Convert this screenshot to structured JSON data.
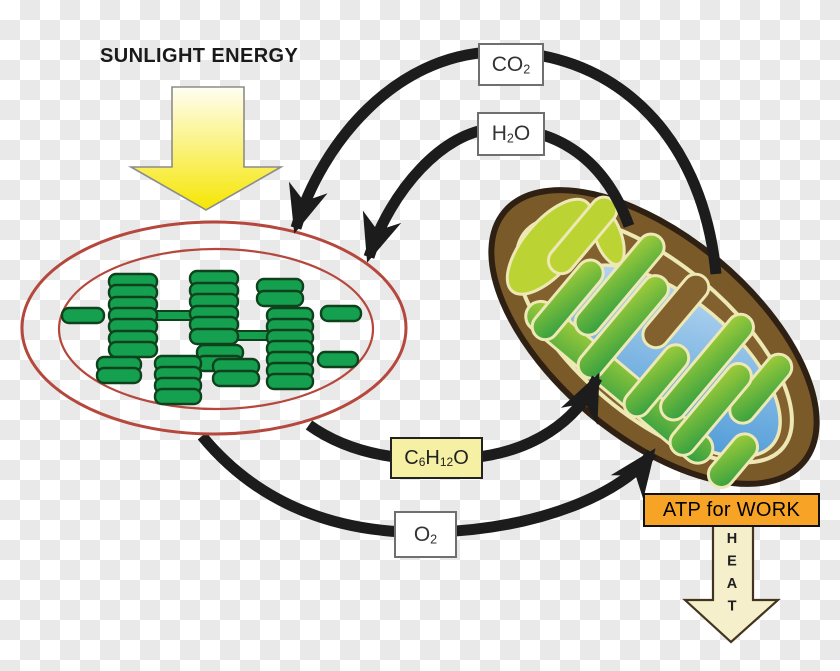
{
  "title": "SUNLIGHT ENERGY",
  "boxes": {
    "co2": {
      "base": "CO",
      "sub": "2"
    },
    "h2o": {
      "h": "H",
      "sub": "2",
      "o": "O"
    },
    "glucose": {
      "c": "C",
      "c_sub": "6",
      "h": "H",
      "h_sub": "12",
      "o": "O"
    },
    "o2": {
      "base": "O",
      "sub": "2"
    },
    "atp": "ATP for WORK",
    "heat": "HEAT"
  },
  "colors": {
    "checker": "#e9e9e9",
    "ink": "#1a1a1a",
    "arc": "#1c1c1c",
    "red-membrane": "#b5473c",
    "granum": "#14a04f",
    "granum-outline": "#10411d",
    "yellow-pale": "#fffef2",
    "yellow-bright": "#f6e602",
    "yellow-outline": "#8c8c8c",
    "mito-brown": "#7b5a2a",
    "mito-brown-inner": "#82612e",
    "mito-outline": "#2e2012",
    "cream": "#ede8b4",
    "chartreuse": "#bcd433",
    "green-light": "#a6ce39",
    "green-dark": "#2f9e41",
    "blue-light": "#c6dff4",
    "blue-dark": "#3e92d4",
    "box-border": "#6f6f6f",
    "box-bg": "#ffffff",
    "box-text": "#333333",
    "glucose-bg": "#f5f0a4",
    "glucose-border": "#222222",
    "atp-bg": "#f7a426",
    "atp-border": "#111111",
    "heat-fill": "#f6efcc",
    "heat-outline": "#43351d"
  }
}
